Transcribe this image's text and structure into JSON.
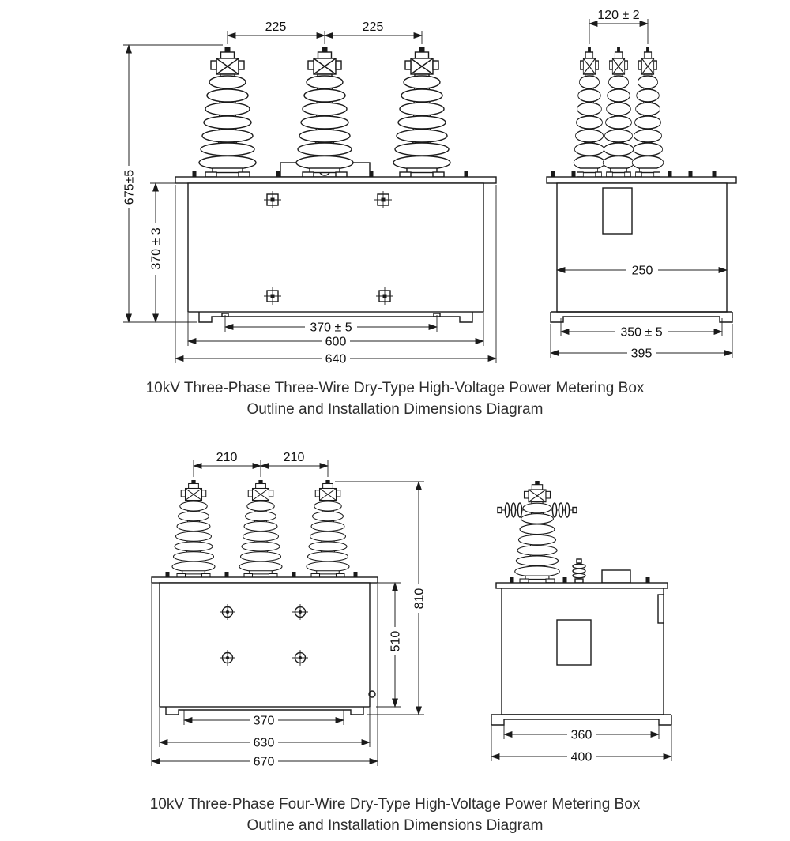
{
  "diagram_top": {
    "caption": {
      "line1": "10kV Three-Phase Three-Wire Dry-Type High-Voltage Power Metering Box",
      "line2": "Outline and Installation Dimensions Diagram"
    },
    "front": {
      "dim_bushing_spacing_left": "225",
      "dim_bushing_spacing_right": "225",
      "dim_overall_height": "675±5",
      "dim_body_height": "370 ± 3",
      "dim_mount_hole_spacing": "370 ± 5",
      "dim_body_width": "600",
      "dim_overall_width": "640"
    },
    "side": {
      "dim_bushing_spacing": "120 ± 2",
      "dim_body_depth": "250",
      "dim_mount_hole_spacing": "350 ± 5",
      "dim_overall_depth": "395"
    }
  },
  "diagram_bottom": {
    "caption": {
      "line1": "10kV Three-Phase Four-Wire Dry-Type High-Voltage Power Metering Box",
      "line2": "Outline and Installation Dimensions Diagram"
    },
    "front": {
      "dim_bushing_spacing_left": "210",
      "dim_bushing_spacing_right": "210",
      "dim_overall_height": "810",
      "dim_body_height": "510",
      "dim_mount_hole_spacing": "370",
      "dim_body_width": "630",
      "dim_overall_width": "670"
    },
    "side": {
      "dim_mount_hole_spacing": "360",
      "dim_overall_depth": "400"
    }
  }
}
